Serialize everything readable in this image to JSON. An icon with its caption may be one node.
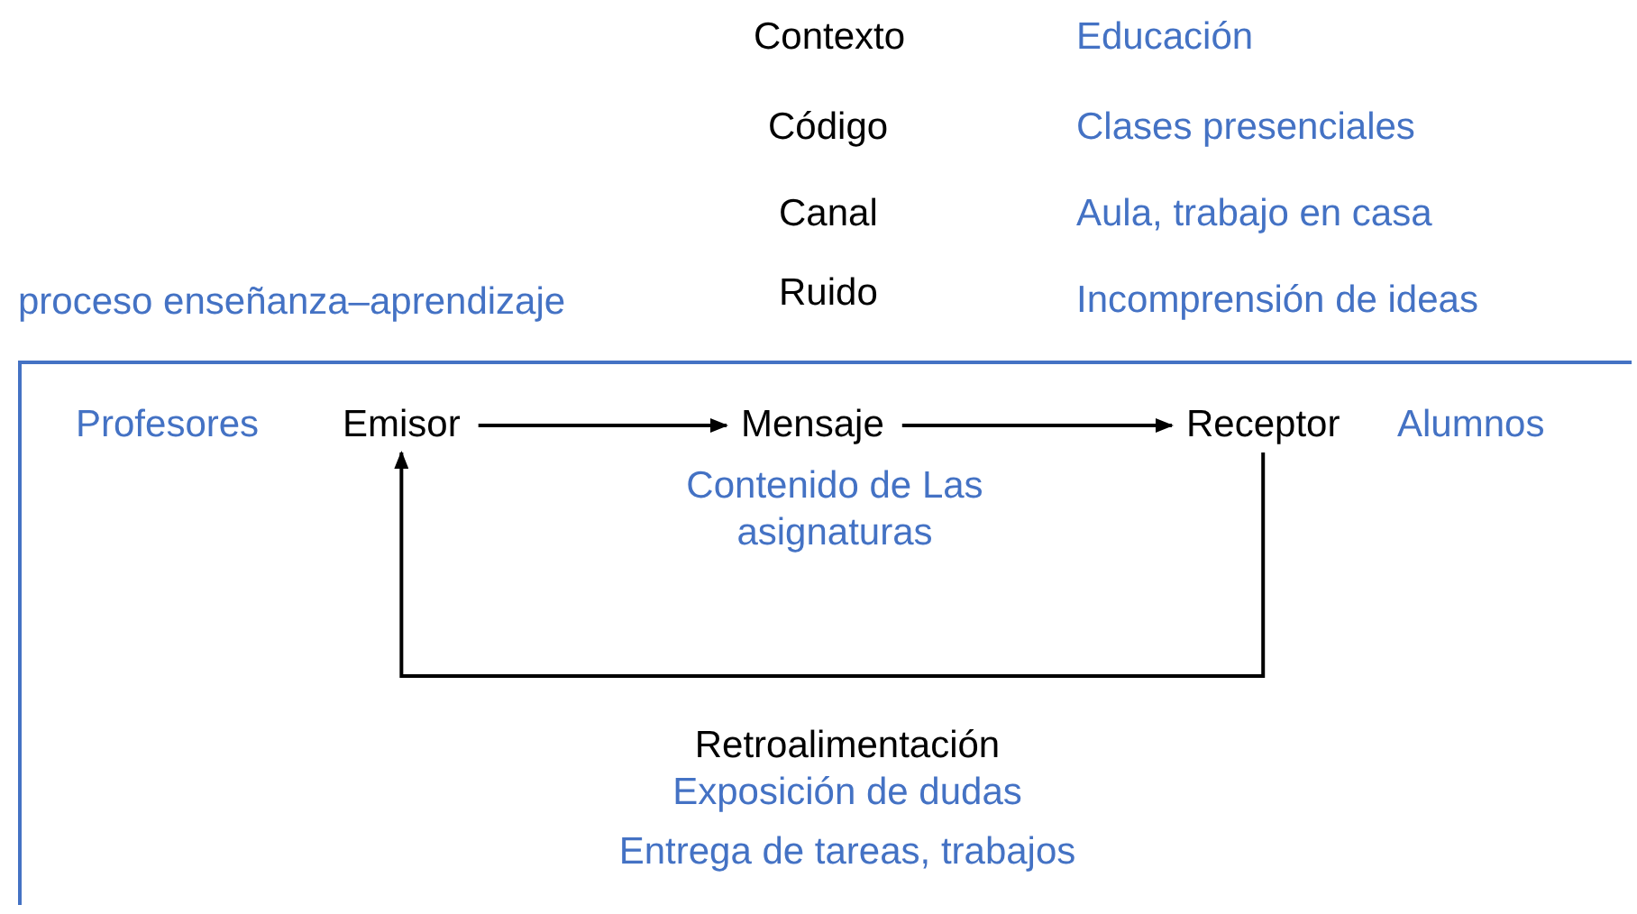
{
  "diagram": {
    "nodes": [
      {
        "text": [
          "proceso enseñanza–aprendizaje"
        ]
      },
      {
        "text": [
          "Emisor"
        ],
        "in": 0,
        "beside": [
          "Profesores"
        ]
      },
      {
        "text": [
          "Mensaje"
        ],
        "in": 0,
        "beside": [
          "Contenido de Las asignaturas"
        ]
      },
      {
        "text": [
          "Receptor"
        ],
        "in": 0,
        "beside": [
          "Alumnos"
        ]
      }
    ],
    "edges": [
      {
        "from": 1,
        "to": 2,
        "arrow": "to"
      },
      {
        "from": 2,
        "to": 3,
        "arrow": "to"
      },
      {
        "from": 3,
        "to": 1,
        "arrow": "to"
      }
    ],
    "labels": [
      "Contexto",
      "Educación",
      "Código",
      "Clases presenciales",
      "Canal",
      "Aula, trabajo en casa",
      "Ruido",
      "Incomprensión de ideas",
      "Retroalimentación",
      "Exposición de dudas",
      "Entrega de tareas, trabajos"
    ]
  }
}
